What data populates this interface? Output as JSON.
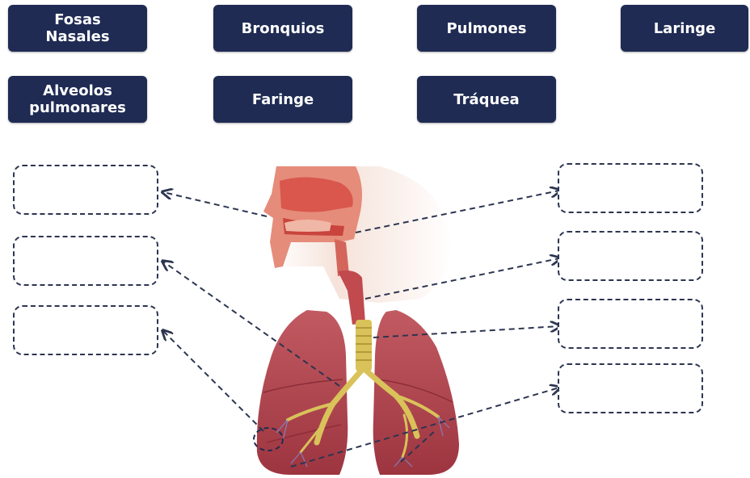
{
  "terms": [
    {
      "id": "fosas_nasales",
      "label": "Fosas\nNasales"
    },
    {
      "id": "bronquios",
      "label": "Bronquios"
    },
    {
      "id": "pulmones",
      "label": "Pulmones"
    },
    {
      "id": "laringe",
      "label": "Laringe"
    },
    {
      "id": "alveolos_pulmonares",
      "label": "Alveolos\npulmonares"
    },
    {
      "id": "faringe",
      "label": "Faringe"
    },
    {
      "id": "traquea",
      "label": "Tráquea"
    }
  ],
  "answer_boxes": {
    "left_count": 3,
    "right_count": 4
  },
  "colors": {
    "term_bg": "#1f2b53",
    "term_text": "#ffffff",
    "dash": "#2c3550",
    "lung": "#b84a55",
    "airway": "#d9c25a",
    "head_tissue": "#d9574d",
    "skin": "#f2d9cf"
  }
}
